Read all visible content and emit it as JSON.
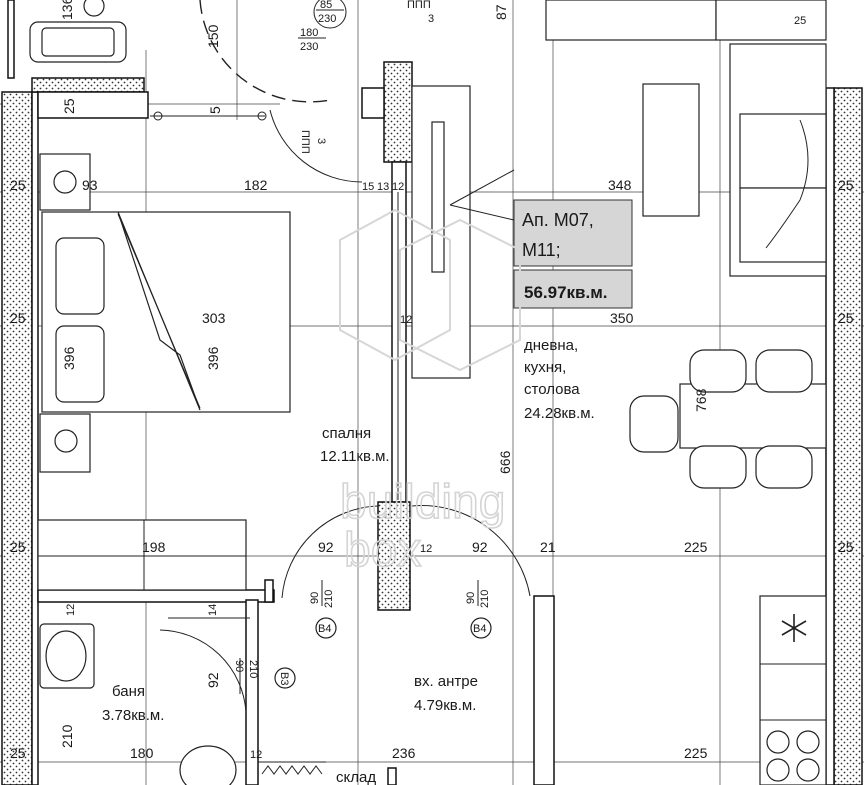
{
  "apartment": {
    "label_line1": "Ап. М07,",
    "label_line2": "М11;",
    "area": "56.97кв.м."
  },
  "rooms": {
    "living_name_1": "дневна,",
    "living_name_2": "кухня,",
    "living_name_3": "столова",
    "living_area": "24.28кв.м.",
    "bedroom_name": "спалня",
    "bedroom_area": "12.11кв.м.",
    "bath_name": "баня",
    "bath_area": "3.78кв.м.",
    "hall_name": "вх. антре",
    "hall_area": "4.79кв.м.",
    "storage_name": "склад"
  },
  "dimensions": {
    "d136": "136",
    "d150": "150",
    "d85": "85",
    "d230a": "230",
    "d180": "180",
    "d230b": "230",
    "d_ppp_top": "ППП",
    "d3_top": "3",
    "d87": "87",
    "d25_tr": "25",
    "d25_row1": "25",
    "d5": "5",
    "ppp_mid": "ППП",
    "ppp_mid_3": "3",
    "d25_a": "25",
    "d93": "93",
    "d182": "182",
    "d15": "15",
    "d13": "13",
    "d12a": "12",
    "d348": "348",
    "d25_b": "25",
    "d25_c": "25",
    "d303": "303",
    "d12b": "12",
    "d350": "350",
    "d25_d": "25",
    "d396a": "396",
    "d396b": "396",
    "d768": "768",
    "d666": "666",
    "d25_e": "25",
    "d198": "198",
    "d92a": "92",
    "d12c": "12",
    "d92b": "92",
    "d21": "21",
    "d225a": "225",
    "d25_f": "25",
    "d12d": "12",
    "d14": "14",
    "door90a": "90",
    "door210a": "210",
    "door90b": "90",
    "door210b": "210",
    "door90c": "90",
    "door210c": "210",
    "d92c": "92",
    "d210": "210",
    "d25_g": "25",
    "d180b": "180",
    "d12e": "12",
    "d236": "236",
    "d225b": "225"
  },
  "door_tags": {
    "b4a": "В4",
    "b4b": "В4",
    "b3": "В3"
  },
  "watermark": {
    "line1": "building",
    "line2": "box"
  }
}
